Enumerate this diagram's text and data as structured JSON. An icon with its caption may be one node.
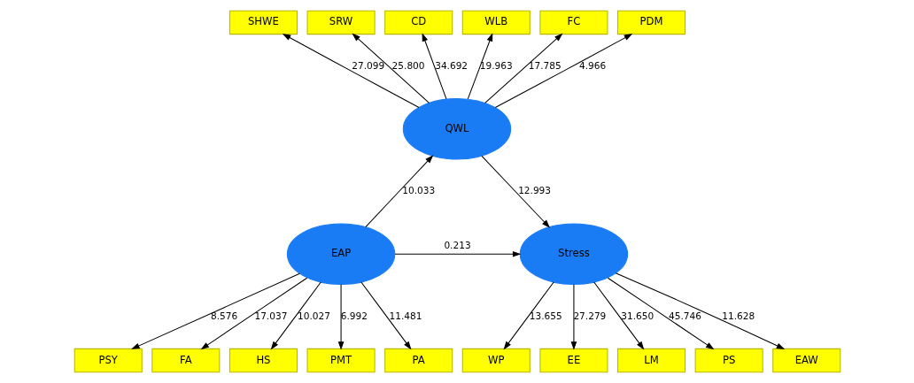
{
  "diagram": {
    "nodes": [
      {
        "text": [
          "SHWE"
        ]
      },
      {
        "text": [
          "SRW"
        ]
      },
      {
        "text": [
          "CD"
        ]
      },
      {
        "text": [
          "WLB"
        ]
      },
      {
        "text": [
          "FC"
        ]
      },
      {
        "text": [
          "PDM"
        ]
      },
      {
        "text": [
          "QWL"
        ]
      },
      {
        "text": [
          "PSY"
        ]
      },
      {
        "text": [
          "FA"
        ]
      },
      {
        "text": [
          "HS"
        ]
      },
      {
        "text": [
          "PMT"
        ]
      },
      {
        "text": [
          "PA"
        ]
      },
      {
        "text": [
          "EAP"
        ]
      },
      {
        "text": [
          "Stress"
        ]
      },
      {
        "text": [
          "WP"
        ]
      },
      {
        "text": [
          "EE"
        ]
      },
      {
        "text": [
          "LM"
        ]
      },
      {
        "text": [
          "PS"
        ]
      },
      {
        "text": [
          "EAW"
        ]
      }
    ],
    "edges": [
      {
        "from": 6,
        "to": 0,
        "arrow": "to",
        "label": "27.099"
      },
      {
        "from": 6,
        "to": 1,
        "arrow": "to",
        "label": "25.800"
      },
      {
        "from": 6,
        "to": 2,
        "arrow": "to",
        "label": "34.692"
      },
      {
        "from": 6,
        "to": 3,
        "arrow": "to",
        "label": "19.963"
      },
      {
        "from": 6,
        "to": 4,
        "arrow": "to",
        "label": "17.785"
      },
      {
        "from": 6,
        "to": 5,
        "arrow": "to",
        "label": "4.966"
      },
      {
        "from": 12,
        "to": 7,
        "arrow": "to",
        "label": "8.576"
      },
      {
        "from": 12,
        "to": 8,
        "arrow": "to",
        "label": "17.037"
      },
      {
        "from": 12,
        "to": 9,
        "arrow": "to",
        "label": "10.027"
      },
      {
        "from": 12,
        "to": 10,
        "arrow": "to",
        "label": "6.992"
      },
      {
        "from": 12,
        "to": 11,
        "arrow": "to",
        "label": "11.481"
      },
      {
        "from": 12,
        "to": 6,
        "arrow": "to",
        "label": "10.033"
      },
      {
        "from": 6,
        "to": 13,
        "arrow": "to",
        "label": "12.993"
      },
      {
        "from": 12,
        "to": 13,
        "arrow": "to",
        "label": "0.213"
      },
      {
        "from": 13,
        "to": 14,
        "arrow": "to",
        "label": "13.655"
      },
      {
        "from": 13,
        "to": 15,
        "arrow": "to",
        "label": "27.279"
      },
      {
        "from": 13,
        "to": 16,
        "arrow": "to",
        "label": "31.650"
      },
      {
        "from": 13,
        "to": 17,
        "arrow": "to",
        "label": "45.746"
      },
      {
        "from": 13,
        "to": 18,
        "arrow": "to",
        "label": "11.628"
      }
    ]
  }
}
